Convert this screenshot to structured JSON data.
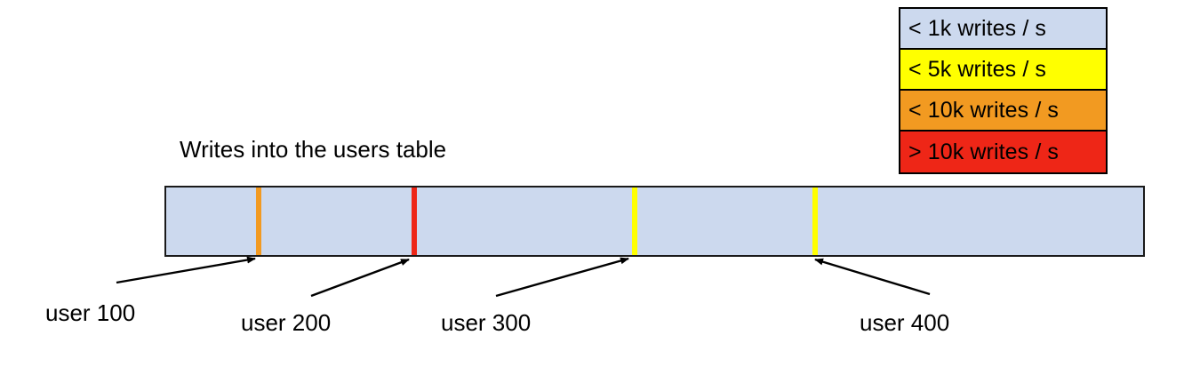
{
  "title": "Writes into the users table",
  "colors": {
    "blue": "#ccd9ee",
    "yellow": "#ffff00",
    "orange": "#f29a21",
    "red": "#ee2617",
    "outline": "#1a1a1a",
    "background": "#ffffff"
  },
  "legend": {
    "items": [
      {
        "label": "< 1k writes / s",
        "color": "#ccd9ee"
      },
      {
        "label": "< 5k writes / s",
        "color": "#ffff00"
      },
      {
        "label": "< 10k writes / s",
        "color": "#f29a21"
      },
      {
        "label": "> 10k writes / s",
        "color": "#ee2617"
      }
    ]
  },
  "markers": [
    {
      "label": "user 100",
      "color": "#f29a21",
      "bucket": "< 10k writes / s"
    },
    {
      "label": "user 200",
      "color": "#ee2617",
      "bucket": "> 10k writes / s"
    },
    {
      "label": "user 300",
      "color": "#ffff00",
      "bucket": "< 5k writes / s"
    },
    {
      "label": "user 400",
      "color": "#ffff00",
      "bucket": "< 5k writes / s"
    }
  ],
  "chart_data": {
    "type": "bar",
    "title": "Writes into the users table",
    "xlabel": "",
    "ylabel": "",
    "orientation": "horizontal",
    "description": "A single horizontal key-range bar for the users table, shaded light blue (< 1k writes / s) with four highlighted single-key stripes at user 100, user 200, user 300 and user 400.",
    "base_color": "#ccd9ee",
    "base_bucket": "< 1k writes / s",
    "categories": [
      "user 100",
      "user 200",
      "user 300",
      "user 400"
    ],
    "values": [
      "< 10k writes / s",
      "> 10k writes / s",
      "< 5k writes / s",
      "< 5k writes / s"
    ],
    "legend": {
      "position": "top-right",
      "entries": [
        "< 1k writes / s",
        "< 5k writes / s",
        "< 10k writes / s",
        "> 10k writes / s"
      ],
      "colors": [
        "#ccd9ee",
        "#ffff00",
        "#f29a21",
        "#ee2617"
      ]
    },
    "grid": false
  }
}
